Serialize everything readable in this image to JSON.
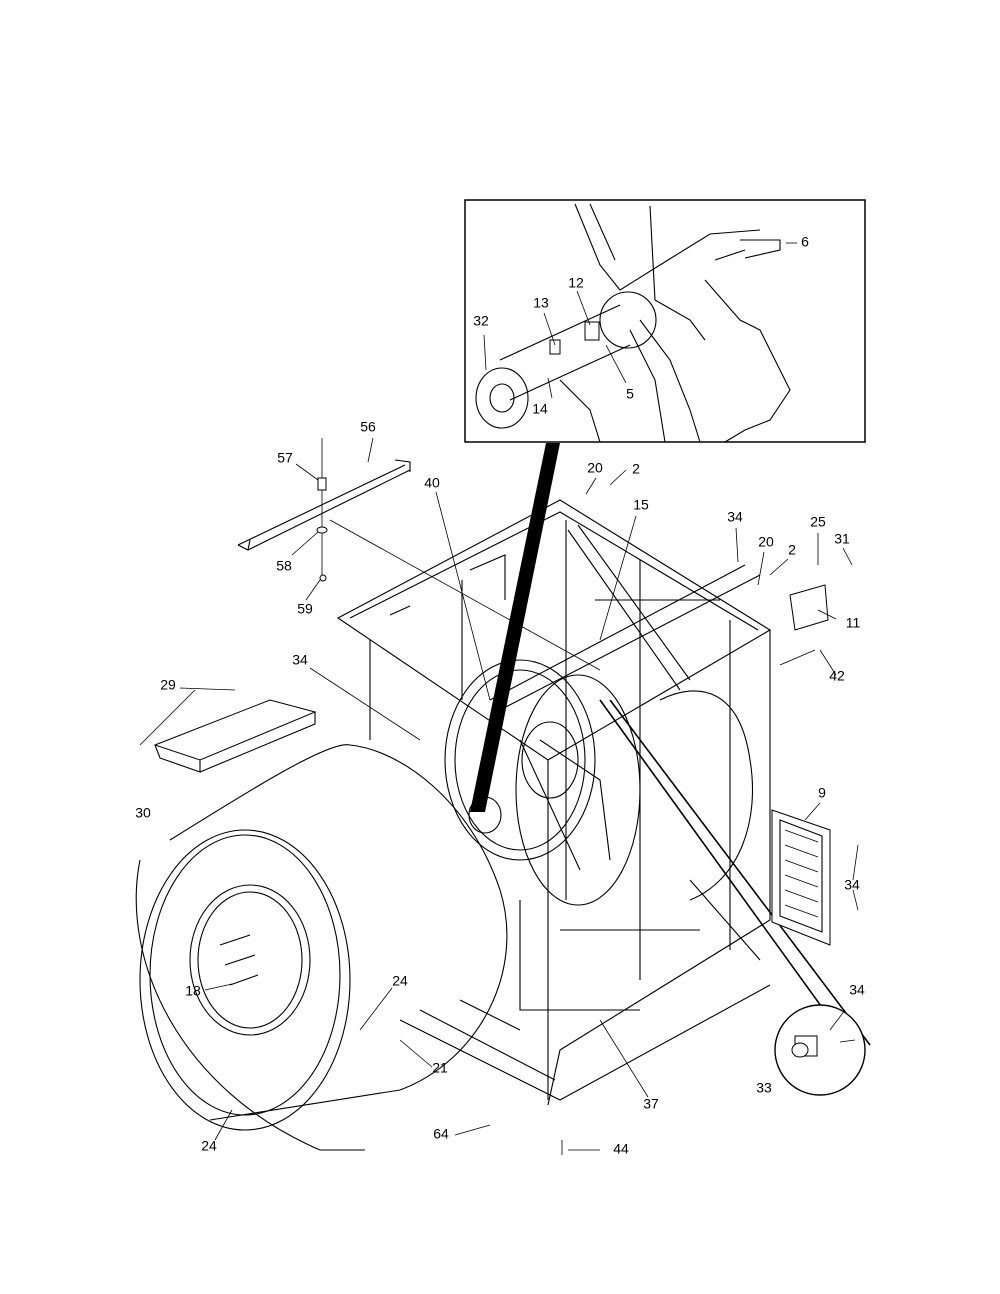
{
  "labels": {
    "l6": "6",
    "l12": "12",
    "l13": "13",
    "l32": "32",
    "l14": "14",
    "l5": "5",
    "l56": "56",
    "l57": "57",
    "l58": "58",
    "l59": "59",
    "l20a": "20",
    "l2a": "2",
    "l15": "15",
    "l40": "40",
    "l34a": "34",
    "l20b": "20",
    "l2b": "2",
    "l25": "25",
    "l31": "31",
    "l11": "11",
    "l42": "42",
    "l29": "29",
    "l34b": "34",
    "l30": "30",
    "l9": "9",
    "l34c": "34",
    "l18": "18",
    "l24a": "24",
    "l21": "21",
    "l24b": "24",
    "l34d": "34",
    "l33": "33",
    "l37": "37",
    "l64": "64",
    "l44": "44"
  }
}
